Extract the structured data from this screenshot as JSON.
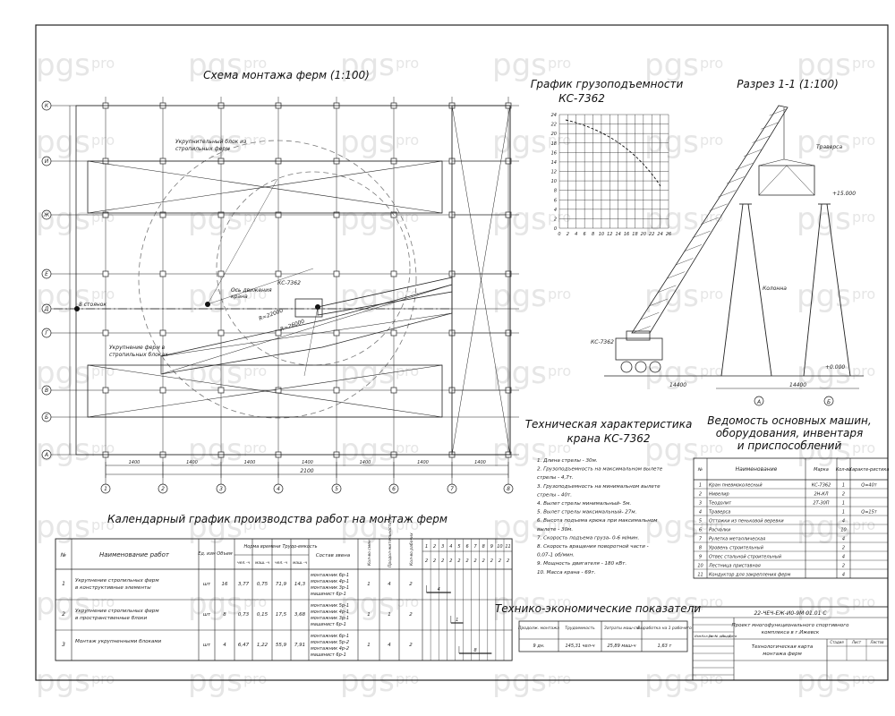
{
  "watermark": {
    "brand": "pgs",
    "sub": "pro"
  },
  "plan": {
    "title": "Схема монтажа ферм (1:100)",
    "row_axes": [
      "К",
      "И",
      "Ж",
      "Е",
      "Д",
      "Г",
      "В",
      "Б",
      "А"
    ],
    "col_axes": [
      "1",
      "2",
      "3",
      "4",
      "5",
      "6",
      "7",
      "8"
    ],
    "span_dims": [
      "1400",
      "1400",
      "1400",
      "1400",
      "1400",
      "1400",
      "1400"
    ],
    "total_dim": "2100",
    "labels": {
      "zone1": "Укрупнительный блок из",
      "zone1b": "стропильных ферм",
      "zone2": "Укрупнение ферм в",
      "zone2b": "стропильных блоках",
      "axis": "Ось движения",
      "axis2": "крана",
      "crane": "КС-7362",
      "r1": "R=26000",
      "r2": "R=22000",
      "s1": "8 стоянок"
    }
  },
  "load_graph": {
    "title": "График грузоподъемности",
    "title2": "КС-7362",
    "y_ticks": [
      "24",
      "22",
      "20",
      "18",
      "16",
      "14",
      "12",
      "10",
      "8",
      "6",
      "4",
      "2",
      "0"
    ],
    "x_ticks": [
      "0",
      "2",
      "4",
      "6",
      "8",
      "10",
      "12",
      "14",
      "16",
      "18",
      "20",
      "22",
      "24",
      "26"
    ]
  },
  "section": {
    "title": "Разрез 1-1 (1:100)",
    "labels": {
      "crane": "КС-7362",
      "load": "Траверса",
      "col": "Колонна",
      "el1": "+15.000",
      "el2": "+0.000",
      "axisA": "А",
      "axisB": "Б",
      "d1": "14400",
      "d2": "14400"
    }
  },
  "spec": {
    "title": "Техническая характеристика",
    "title2": "крана КС-7362",
    "items": [
      "1. Длина стрелы - 30м.",
      "2. Грузоподъемность на максимальном вылете",
      "стрелы - 4,7т.",
      "3. Грузоподъемность на минимальном вылете",
      "стрелы - 40т.",
      "4. Вылет стрелы минимальный- 5м.",
      "5. Вылет стрелы максимальный- 27м.",
      "6. Высота подъема крюка при максимальном",
      "вылете - 30м.",
      "7. Скорость подъема груза- 0-6 м/мин.",
      "8. Скорость вращения поворотной части -",
      "0,07-1 об/мин.",
      "9. Мощность двигателя - 180 кВт.",
      "10. Масса крана - 69т."
    ]
  },
  "machines": {
    "title": "Ведомость основных машин,",
    "title2": "оборудования, инвентаря",
    "title3": "и приспособлений",
    "headers": [
      "№",
      "Наименование",
      "Марка",
      "Кол-во",
      "Характе-ристика"
    ],
    "rows": [
      [
        "1",
        "Кран пневмоколесный",
        "КС-7362",
        "1",
        "Q=40т"
      ],
      [
        "2",
        "Нивелир",
        "2Н-КЛ",
        "2",
        ""
      ],
      [
        "3",
        "Теодолит",
        "2Т-30П",
        "1",
        ""
      ],
      [
        "4",
        "Траверса",
        "",
        "1",
        "Q=15т"
      ],
      [
        "5",
        "Оттяжки из пеньковой веревки",
        "",
        "4",
        ""
      ],
      [
        "6",
        "Расчалки",
        "",
        "10",
        ""
      ],
      [
        "7",
        "Рулетка металлическая",
        "",
        "4",
        ""
      ],
      [
        "8",
        "Уровень строительный",
        "",
        "2",
        ""
      ],
      [
        "9",
        "Отвес стальной строительный",
        "",
        "4",
        ""
      ],
      [
        "10",
        "Лестница приставная",
        "",
        "2",
        ""
      ],
      [
        "11",
        "Кондуктор для закрепления ферм",
        "",
        "4",
        ""
      ]
    ]
  },
  "calendar": {
    "title": "Календарный график производства работ на монтаж ферм",
    "headers": {
      "num": "№",
      "name": "Наименование работ",
      "unit": "Ед. изм",
      "vol": "Объем",
      "norm": "Норма времени",
      "labor": "Трудо-емкость",
      "crew": "Состав звена",
      "qty": "Кол-во смен",
      "dur": "Продол-жительность, дн",
      "workers": "Кол-во рабочих",
      "n1": "чел.-ч",
      "n2": "маш.-ч",
      "l1": "чел.-ч",
      "l2": "маш.-ч"
    },
    "days": [
      "1",
      "2",
      "3",
      "4",
      "5",
      "6",
      "7",
      "8",
      "9",
      "10",
      "11"
    ],
    "rows": [
      {
        "num": "1",
        "name": "Укрупнение стропильных ферм",
        "name2": "в конструктивные элементы",
        "unit": "шт",
        "vol": "16",
        "n1": "3,77",
        "n2": "0,75",
        "l1": "71,9",
        "l2": "14,3",
        "crew": "монтажник 6р-1",
        "crew2": "монтажник 4р-1",
        "crew3": "монтажник 3р-1",
        "crew4": "машинист 6р-1",
        "qty": "1",
        "dur": "4",
        "wk": "2",
        "bar": "4"
      },
      {
        "num": "2",
        "name": "Укрупнение стропильных ферм",
        "name2": "в пространственные блоки",
        "unit": "шт",
        "vol": "8",
        "n1": "0,73",
        "n2": "0,15",
        "l1": "17,5",
        "l2": "3,68",
        "crew": "монтажник 5р-1",
        "crew2": "монтажник 4р-1",
        "crew3": "монтажник 3р-1",
        "crew4": "машинист 6р-1",
        "qty": "1",
        "dur": "1",
        "wk": "2",
        "bar": "1"
      },
      {
        "num": "3",
        "name": "Монтаж укрупненными блоками",
        "name2": "",
        "unit": "шт",
        "vol": "4",
        "n1": "6,47",
        "n2": "1,22",
        "l1": "55,9",
        "l2": "7,91",
        "crew": "монтажник 6р-1",
        "crew2": "монтажник 5р-2",
        "crew3": "монтажник 4р-2",
        "crew4": "машинист 6р-1",
        "qty": "1",
        "dur": "4",
        "wk": "2",
        "bar": "8"
      }
    ]
  },
  "tep": {
    "title": "Технико-экономические показатели",
    "headers": [
      "Продолж. монтажа",
      "Трудоемкость",
      "Затраты маш-см",
      "Выработка на 1 рабочего"
    ],
    "values": [
      "9 дн.",
      "145,31 чел-ч",
      "25,89 маш-ч",
      "1,63 т"
    ]
  },
  "stamp": {
    "code": "22-ЧЕЧ-ЕЖ-И0-9М 01.01 С",
    "project": "Проект многофункционального спортивного",
    "project2": "комплекса в г.Ижевск",
    "sheet_title": "Технологическая карта",
    "sheet_title2": "монтажа ферм",
    "cols": [
      "Стадия",
      "Лист",
      "Листов"
    ],
    "rows": [
      "Изм.",
      "Кол.уч",
      "Лист",
      "№ док.",
      "Подп.",
      "Дата"
    ]
  }
}
